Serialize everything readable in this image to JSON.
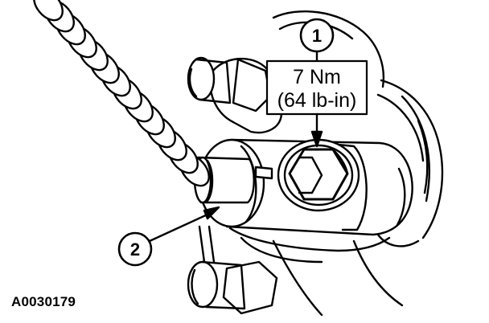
{
  "callouts": {
    "first": "1",
    "second": "2"
  },
  "torque": {
    "metric": "7 Nm",
    "imperial": "(64 lb-in)"
  },
  "figure_id": "A0030179",
  "colors": {
    "ink": "#000000",
    "paper": "#ffffff"
  }
}
